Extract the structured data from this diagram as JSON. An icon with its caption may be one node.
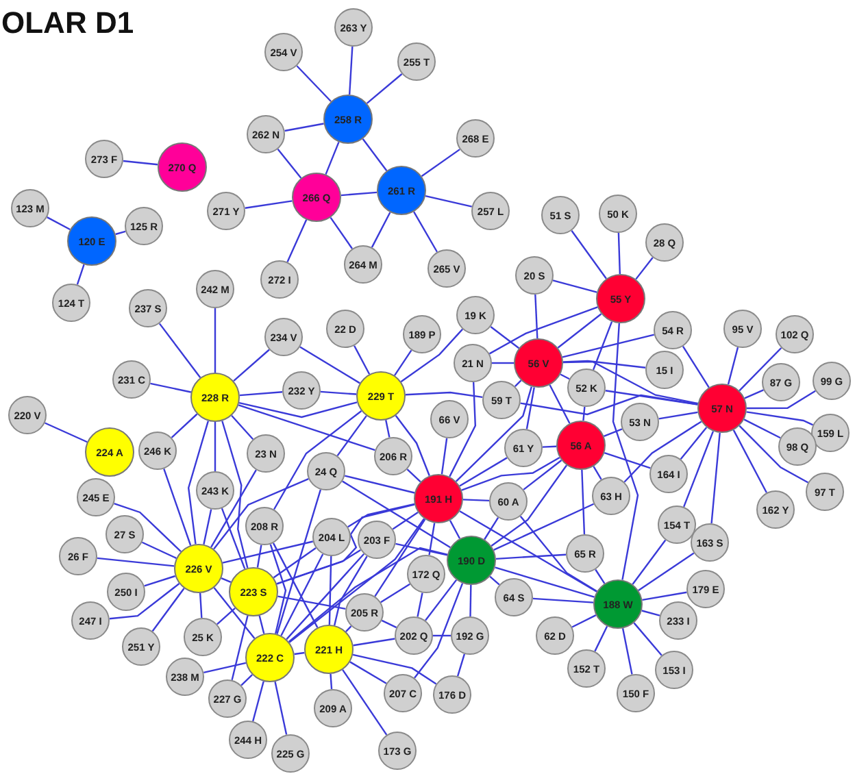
{
  "diagram": {
    "title": "OLAR D1",
    "nodes": [
      {
        "text": [
          "263 Y"
        ]
      },
      {
        "text": [
          "254 V"
        ]
      },
      {
        "text": [
          "255 T"
        ]
      },
      {
        "text": [
          "258 R"
        ]
      },
      {
        "text": [
          "262 N"
        ]
      },
      {
        "text": [
          "268 E"
        ]
      },
      {
        "text": [
          "273 F"
        ]
      },
      {
        "text": [
          "270 Q"
        ]
      },
      {
        "text": [
          "261 R"
        ]
      },
      {
        "text": [
          "266 Q"
        ]
      },
      {
        "text": [
          "123 M"
        ]
      },
      {
        "text": [
          "271 Y"
        ]
      },
      {
        "text": [
          "257 L"
        ]
      },
      {
        "text": [
          "51 S"
        ]
      },
      {
        "text": [
          "50 K"
        ]
      },
      {
        "text": [
          "125 R"
        ]
      },
      {
        "text": [
          "120 E"
        ]
      },
      {
        "text": [
          "28 Q"
        ]
      },
      {
        "text": [
          "264 M"
        ]
      },
      {
        "text": [
          "265 V"
        ]
      },
      {
        "text": [
          "20 S"
        ]
      },
      {
        "text": [
          "272 I"
        ]
      },
      {
        "text": [
          "242 M"
        ]
      },
      {
        "text": [
          "55 Y"
        ]
      },
      {
        "text": [
          "124 T"
        ]
      },
      {
        "text": [
          "237 S"
        ]
      },
      {
        "text": [
          "19 K"
        ]
      },
      {
        "text": [
          "22 D"
        ]
      },
      {
        "text": [
          "95 V"
        ]
      },
      {
        "text": [
          "54 R"
        ]
      },
      {
        "text": [
          "189 P"
        ]
      },
      {
        "text": [
          "102 Q"
        ]
      },
      {
        "text": [
          "234 V"
        ]
      },
      {
        "text": [
          "21 N"
        ]
      },
      {
        "text": [
          "56 V"
        ]
      },
      {
        "text": [
          "15 I"
        ]
      },
      {
        "text": [
          "231 C"
        ]
      },
      {
        "text": [
          "99 G"
        ]
      },
      {
        "text": [
          "87 G"
        ]
      },
      {
        "text": [
          "52 K"
        ]
      },
      {
        "text": [
          "232 Y"
        ]
      },
      {
        "text": [
          "229 T"
        ]
      },
      {
        "text": [
          "228 R"
        ]
      },
      {
        "text": [
          "59 T"
        ]
      },
      {
        "text": [
          "57 N"
        ]
      },
      {
        "text": [
          "220 V"
        ]
      },
      {
        "text": [
          "66 V"
        ]
      },
      {
        "text": [
          "53 N"
        ]
      },
      {
        "text": [
          "159 L"
        ]
      },
      {
        "text": [
          "56 A"
        ]
      },
      {
        "text": [
          "98 Q"
        ]
      },
      {
        "text": [
          "61 Y"
        ]
      },
      {
        "text": [
          "246 K"
        ]
      },
      {
        "text": [
          "224 A"
        ]
      },
      {
        "text": [
          "23 N"
        ]
      },
      {
        "text": [
          "206 R"
        ]
      },
      {
        "text": [
          "24 Q"
        ]
      },
      {
        "text": [
          "164 I"
        ]
      },
      {
        "text": [
          "243 K"
        ]
      },
      {
        "text": [
          "97 T"
        ]
      },
      {
        "text": [
          "63 H"
        ]
      },
      {
        "text": [
          "245 E"
        ]
      },
      {
        "text": [
          "191 H"
        ]
      },
      {
        "text": [
          "60 A"
        ]
      },
      {
        "text": [
          "162 Y"
        ]
      },
      {
        "text": [
          "154 T"
        ]
      },
      {
        "text": [
          "208 R"
        ]
      },
      {
        "text": [
          "27 S"
        ]
      },
      {
        "text": [
          "204 L"
        ]
      },
      {
        "text": [
          "203 F"
        ]
      },
      {
        "text": [
          "163 S"
        ]
      },
      {
        "text": [
          "65 R"
        ]
      },
      {
        "text": [
          "26 F"
        ]
      },
      {
        "text": [
          "190 D"
        ]
      },
      {
        "text": [
          "226 V"
        ]
      },
      {
        "text": [
          "172 Q"
        ]
      },
      {
        "text": [
          "250 I"
        ]
      },
      {
        "text": [
          "223 S"
        ]
      },
      {
        "text": [
          "179 E"
        ]
      },
      {
        "text": [
          "64 S"
        ]
      },
      {
        "text": [
          "188 W"
        ]
      },
      {
        "text": [
          "205 R"
        ]
      },
      {
        "text": [
          "247 I"
        ]
      },
      {
        "text": [
          "233 I"
        ]
      },
      {
        "text": [
          "25 K"
        ]
      },
      {
        "text": [
          "202 Q"
        ]
      },
      {
        "text": [
          "192 G"
        ]
      },
      {
        "text": [
          "62 D"
        ]
      },
      {
        "text": [
          "251 Y"
        ]
      },
      {
        "text": [
          "221 H"
        ]
      },
      {
        "text": [
          "222 C"
        ]
      },
      {
        "text": [
          "152 T"
        ]
      },
      {
        "text": [
          "153 I"
        ]
      },
      {
        "text": [
          "238 M"
        ]
      },
      {
        "text": [
          "176 D"
        ]
      },
      {
        "text": [
          "207 C"
        ]
      },
      {
        "text": [
          "227 G"
        ]
      },
      {
        "text": [
          "150 F"
        ]
      },
      {
        "text": [
          "209 A"
        ]
      },
      {
        "text": [
          "244 H"
        ]
      },
      {
        "text": [
          "225 G"
        ]
      },
      {
        "text": [
          "173 G"
        ]
      }
    ],
    "edges": [
      {
        "from": 3,
        "to": 0,
        "arrow": "none"
      },
      {
        "from": 3,
        "to": 1,
        "arrow": "none"
      },
      {
        "from": 3,
        "to": 2,
        "arrow": "none"
      },
      {
        "from": 3,
        "to": 4,
        "arrow": "none"
      },
      {
        "from": 3,
        "to": 9,
        "arrow": "none"
      },
      {
        "from": 3,
        "to": 8,
        "arrow": "none"
      },
      {
        "from": 9,
        "to": 4,
        "arrow": "none"
      },
      {
        "from": 9,
        "to": 11,
        "arrow": "none"
      },
      {
        "from": 9,
        "to": 21,
        "arrow": "none"
      },
      {
        "from": 9,
        "to": 18,
        "arrow": "none"
      },
      {
        "from": 9,
        "to": 8,
        "arrow": "none"
      },
      {
        "from": 8,
        "to": 5,
        "arrow": "none"
      },
      {
        "from": 8,
        "to": 12,
        "arrow": "none"
      },
      {
        "from": 8,
        "to": 19,
        "arrow": "none"
      },
      {
        "from": 8,
        "to": 18,
        "arrow": "none"
      },
      {
        "from": 7,
        "to": 6,
        "arrow": "none"
      },
      {
        "from": 16,
        "to": 10,
        "arrow": "none"
      },
      {
        "from": 16,
        "to": 15,
        "arrow": "none"
      },
      {
        "from": 16,
        "to": 24,
        "arrow": "none"
      },
      {
        "from": 23,
        "to": 13,
        "arrow": "none"
      },
      {
        "from": 23,
        "to": 14,
        "arrow": "none"
      },
      {
        "from": 23,
        "to": 17,
        "arrow": "none"
      },
      {
        "from": 23,
        "to": 20,
        "arrow": "none"
      },
      {
        "from": 23,
        "to": 34,
        "arrow": "none"
      },
      {
        "from": 23,
        "to": 39,
        "arrow": "none"
      },
      {
        "from": 23,
        "to": 80,
        "arrow": "none"
      },
      {
        "from": 23,
        "to": 33,
        "arrow": "none"
      },
      {
        "from": 20,
        "to": 34,
        "arrow": "none"
      },
      {
        "from": 34,
        "to": 26,
        "arrow": "none"
      },
      {
        "from": 34,
        "to": 33,
        "arrow": "none"
      },
      {
        "from": 34,
        "to": 29,
        "arrow": "none"
      },
      {
        "from": 34,
        "to": 35,
        "arrow": "none"
      },
      {
        "from": 34,
        "to": 43,
        "arrow": "none"
      },
      {
        "from": 34,
        "to": 51,
        "arrow": "none"
      },
      {
        "from": 34,
        "to": 49,
        "arrow": "none"
      },
      {
        "from": 34,
        "to": 39,
        "arrow": "none"
      },
      {
        "from": 34,
        "to": 62,
        "arrow": "none"
      },
      {
        "from": 34,
        "to": 44,
        "arrow": "none"
      },
      {
        "from": 44,
        "to": 29,
        "arrow": "none"
      },
      {
        "from": 44,
        "to": 28,
        "arrow": "none"
      },
      {
        "from": 44,
        "to": 31,
        "arrow": "none"
      },
      {
        "from": 44,
        "to": 38,
        "arrow": "none"
      },
      {
        "from": 44,
        "to": 37,
        "arrow": "none"
      },
      {
        "from": 44,
        "to": 48,
        "arrow": "none"
      },
      {
        "from": 44,
        "to": 50,
        "arrow": "none"
      },
      {
        "from": 44,
        "to": 59,
        "arrow": "none"
      },
      {
        "from": 44,
        "to": 64,
        "arrow": "none"
      },
      {
        "from": 44,
        "to": 70,
        "arrow": "none"
      },
      {
        "from": 44,
        "to": 65,
        "arrow": "none"
      },
      {
        "from": 44,
        "to": 60,
        "arrow": "none"
      },
      {
        "from": 44,
        "to": 39,
        "arrow": "none"
      },
      {
        "from": 44,
        "to": 47,
        "arrow": "none"
      },
      {
        "from": 44,
        "to": 43,
        "arrow": "none"
      },
      {
        "from": 44,
        "to": 57,
        "arrow": "none"
      },
      {
        "from": 49,
        "to": 47,
        "arrow": "none"
      },
      {
        "from": 49,
        "to": 57,
        "arrow": "none"
      },
      {
        "from": 49,
        "to": 60,
        "arrow": "none"
      },
      {
        "from": 49,
        "to": 71,
        "arrow": "none"
      },
      {
        "from": 49,
        "to": 39,
        "arrow": "none"
      },
      {
        "from": 49,
        "to": 51,
        "arrow": "none"
      },
      {
        "from": 49,
        "to": 73,
        "arrow": "none"
      },
      {
        "from": 49,
        "to": 62,
        "arrow": "none"
      },
      {
        "from": 49,
        "to": 63,
        "arrow": "none"
      },
      {
        "from": 80,
        "to": 65,
        "arrow": "none"
      },
      {
        "from": 80,
        "to": 70,
        "arrow": "none"
      },
      {
        "from": 80,
        "to": 78,
        "arrow": "none"
      },
      {
        "from": 80,
        "to": 83,
        "arrow": "none"
      },
      {
        "from": 80,
        "to": 92,
        "arrow": "none"
      },
      {
        "from": 80,
        "to": 97,
        "arrow": "none"
      },
      {
        "from": 80,
        "to": 91,
        "arrow": "none"
      },
      {
        "from": 80,
        "to": 87,
        "arrow": "none"
      },
      {
        "from": 80,
        "to": 71,
        "arrow": "none"
      },
      {
        "from": 80,
        "to": 79,
        "arrow": "none"
      },
      {
        "from": 80,
        "to": 73,
        "arrow": "none"
      },
      {
        "from": 80,
        "to": 62,
        "arrow": "none"
      },
      {
        "from": 80,
        "to": 63,
        "arrow": "none"
      },
      {
        "from": 62,
        "to": 41,
        "arrow": "none"
      },
      {
        "from": 62,
        "to": 55,
        "arrow": "none"
      },
      {
        "from": 62,
        "to": 46,
        "arrow": "none"
      },
      {
        "from": 62,
        "to": 63,
        "arrow": "none"
      },
      {
        "from": 62,
        "to": 73,
        "arrow": "none"
      },
      {
        "from": 62,
        "to": 69,
        "arrow": "none"
      },
      {
        "from": 62,
        "to": 68,
        "arrow": "none"
      },
      {
        "from": 62,
        "to": 75,
        "arrow": "none"
      },
      {
        "from": 62,
        "to": 56,
        "arrow": "none"
      },
      {
        "from": 62,
        "to": 81,
        "arrow": "none"
      },
      {
        "from": 62,
        "to": 90,
        "arrow": "none"
      },
      {
        "from": 62,
        "to": 51,
        "arrow": "none"
      },
      {
        "from": 62,
        "to": 33,
        "arrow": "none"
      },
      {
        "from": 73,
        "to": 63,
        "arrow": "none"
      },
      {
        "from": 73,
        "to": 79,
        "arrow": "none"
      },
      {
        "from": 73,
        "to": 86,
        "arrow": "none"
      },
      {
        "from": 73,
        "to": 85,
        "arrow": "none"
      },
      {
        "from": 73,
        "to": 95,
        "arrow": "none"
      },
      {
        "from": 73,
        "to": 69,
        "arrow": "none"
      },
      {
        "from": 73,
        "to": 71,
        "arrow": "none"
      },
      {
        "from": 73,
        "to": 56,
        "arrow": "none"
      },
      {
        "from": 73,
        "to": 60,
        "arrow": "none"
      },
      {
        "from": 41,
        "to": 32,
        "arrow": "none"
      },
      {
        "from": 41,
        "to": 27,
        "arrow": "none"
      },
      {
        "from": 41,
        "to": 30,
        "arrow": "none"
      },
      {
        "from": 41,
        "to": 26,
        "arrow": "none"
      },
      {
        "from": 41,
        "to": 40,
        "arrow": "none"
      },
      {
        "from": 41,
        "to": 43,
        "arrow": "none"
      },
      {
        "from": 41,
        "to": 55,
        "arrow": "none"
      },
      {
        "from": 41,
        "to": 56,
        "arrow": "none"
      },
      {
        "from": 41,
        "to": 42,
        "arrow": "none"
      },
      {
        "from": 41,
        "to": 66,
        "arrow": "none"
      },
      {
        "from": 42,
        "to": 25,
        "arrow": "none"
      },
      {
        "from": 42,
        "to": 22,
        "arrow": "none"
      },
      {
        "from": 42,
        "to": 32,
        "arrow": "none"
      },
      {
        "from": 42,
        "to": 36,
        "arrow": "none"
      },
      {
        "from": 42,
        "to": 40,
        "arrow": "none"
      },
      {
        "from": 42,
        "to": 52,
        "arrow": "none"
      },
      {
        "from": 42,
        "to": 58,
        "arrow": "none"
      },
      {
        "from": 42,
        "to": 54,
        "arrow": "none"
      },
      {
        "from": 42,
        "to": 55,
        "arrow": "none"
      },
      {
        "from": 42,
        "to": 74,
        "arrow": "none"
      },
      {
        "from": 42,
        "to": 77,
        "arrow": "none"
      },
      {
        "from": 53,
        "to": 45,
        "arrow": "none"
      },
      {
        "from": 74,
        "to": 61,
        "arrow": "none"
      },
      {
        "from": 74,
        "to": 67,
        "arrow": "none"
      },
      {
        "from": 74,
        "to": 72,
        "arrow": "none"
      },
      {
        "from": 74,
        "to": 76,
        "arrow": "none"
      },
      {
        "from": 74,
        "to": 82,
        "arrow": "none"
      },
      {
        "from": 74,
        "to": 88,
        "arrow": "none"
      },
      {
        "from": 74,
        "to": 84,
        "arrow": "none"
      },
      {
        "from": 74,
        "to": 52,
        "arrow": "none"
      },
      {
        "from": 74,
        "to": 58,
        "arrow": "none"
      },
      {
        "from": 74,
        "to": 77,
        "arrow": "none"
      },
      {
        "from": 74,
        "to": 90,
        "arrow": "none"
      },
      {
        "from": 74,
        "to": 54,
        "arrow": "none"
      },
      {
        "from": 74,
        "to": 68,
        "arrow": "none"
      },
      {
        "from": 74,
        "to": 56,
        "arrow": "none"
      },
      {
        "from": 77,
        "to": 84,
        "arrow": "none"
      },
      {
        "from": 77,
        "to": 66,
        "arrow": "none"
      },
      {
        "from": 77,
        "to": 58,
        "arrow": "none"
      },
      {
        "from": 77,
        "to": 90,
        "arrow": "none"
      },
      {
        "from": 77,
        "to": 81,
        "arrow": "none"
      },
      {
        "from": 77,
        "to": 69,
        "arrow": "none"
      },
      {
        "from": 77,
        "to": 96,
        "arrow": "none"
      },
      {
        "from": 77,
        "to": 68,
        "arrow": "none"
      },
      {
        "from": 77,
        "to": 62,
        "arrow": "none"
      },
      {
        "from": 90,
        "to": 93,
        "arrow": "none"
      },
      {
        "from": 90,
        "to": 96,
        "arrow": "none"
      },
      {
        "from": 90,
        "to": 99,
        "arrow": "none"
      },
      {
        "from": 90,
        "to": 100,
        "arrow": "none"
      },
      {
        "from": 90,
        "to": 66,
        "arrow": "none"
      },
      {
        "from": 90,
        "to": 68,
        "arrow": "none"
      },
      {
        "from": 90,
        "to": 69,
        "arrow": "none"
      },
      {
        "from": 90,
        "to": 56,
        "arrow": "none"
      },
      {
        "from": 90,
        "to": 89,
        "arrow": "none"
      },
      {
        "from": 90,
        "to": 73,
        "arrow": "none"
      },
      {
        "from": 89,
        "to": 81,
        "arrow": "none"
      },
      {
        "from": 89,
        "to": 68,
        "arrow": "none"
      },
      {
        "from": 89,
        "to": 98,
        "arrow": "none"
      },
      {
        "from": 89,
        "to": 101,
        "arrow": "none"
      },
      {
        "from": 89,
        "to": 95,
        "arrow": "none"
      },
      {
        "from": 89,
        "to": 94,
        "arrow": "none"
      },
      {
        "from": 89,
        "to": 85,
        "arrow": "none"
      },
      {
        "from": 89,
        "to": 69,
        "arrow": "none"
      },
      {
        "from": 89,
        "to": 66,
        "arrow": "none"
      },
      {
        "from": 75,
        "to": 81,
        "arrow": "none"
      },
      {
        "from": 75,
        "to": 85,
        "arrow": "none"
      },
      {
        "from": 81,
        "to": 85,
        "arrow": "none"
      },
      {
        "from": 85,
        "to": 86,
        "arrow": "none"
      },
      {
        "from": 86,
        "to": 94,
        "arrow": "none"
      }
    ]
  }
}
